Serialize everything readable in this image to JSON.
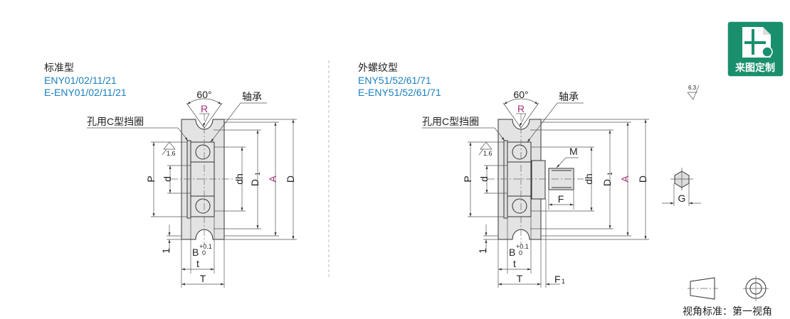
{
  "left": {
    "title": "标准型",
    "codes": [
      "ENY01/02/11/21",
      "E-ENY01/02/11/21"
    ],
    "labels": {
      "angle": "60°",
      "radius": "R",
      "bearing": "轴承",
      "retaining_ring": "孔用C型挡圈",
      "roughness": "1.6",
      "P": "P",
      "d": "d",
      "dh": "dh",
      "D1": "D",
      "D1_sub": "1",
      "A": "A",
      "D": "D",
      "one": "1",
      "B": "B",
      "B_tol_upper": "+0.1",
      "B_tol_lower": "0",
      "t": "t",
      "T": "T"
    }
  },
  "right": {
    "title": "外螺纹型",
    "codes": [
      "ENY51/52/61/71",
      "E-ENY51/52/61/71"
    ],
    "labels": {
      "angle": "60°",
      "radius": "R",
      "bearing": "轴承",
      "retaining_ring": "孔用C型挡圈",
      "roughness": "1.6",
      "P": "P",
      "d": "d",
      "dh": "dh",
      "D1": "D",
      "D1_sub": "1",
      "A": "A",
      "D": "D",
      "one": "1",
      "B": "B",
      "B_tol_upper": "+0.1",
      "B_tol_lower": "0",
      "t": "t",
      "T": "T",
      "M": "M",
      "F": "F",
      "F1": "F",
      "F1_sub": "1"
    }
  },
  "badge": {
    "label": "来图定制",
    "color": "#1a8f6e"
  },
  "surface_roughness": "6.3",
  "hex_label": "G",
  "projection_caption": "视角标准：第一视角",
  "colors": {
    "blue": "#1a7fc1",
    "purple": "#a0307a"
  }
}
